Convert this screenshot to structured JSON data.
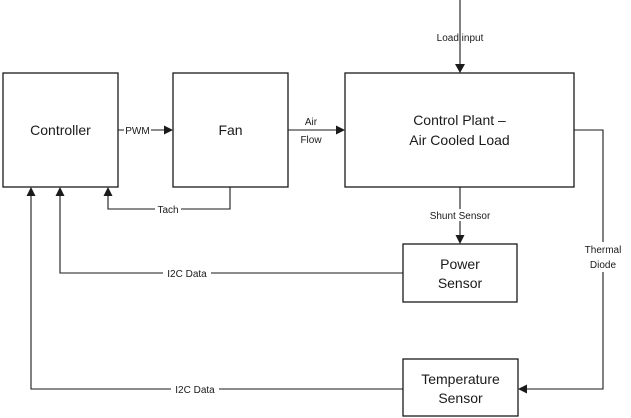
{
  "blocks": {
    "controller": "Controller",
    "fan": "Fan",
    "plant_line1": "Control Plant –",
    "plant_line2": "Air Cooled Load",
    "power_line1": "Power",
    "power_line2": "Sensor",
    "temp_line1": "Temperature",
    "temp_line2": "Sensor"
  },
  "signals": {
    "load_input": "Load input",
    "pwm": "PWM",
    "air_line1": "Air",
    "air_line2": "Flow",
    "tach": "Tach",
    "shunt_sensor": "Shunt Sensor",
    "thermal_line1": "Thermal",
    "thermal_line2": "Diode",
    "i2c_power": "I2C Data",
    "i2c_temp": "I2C Data"
  }
}
